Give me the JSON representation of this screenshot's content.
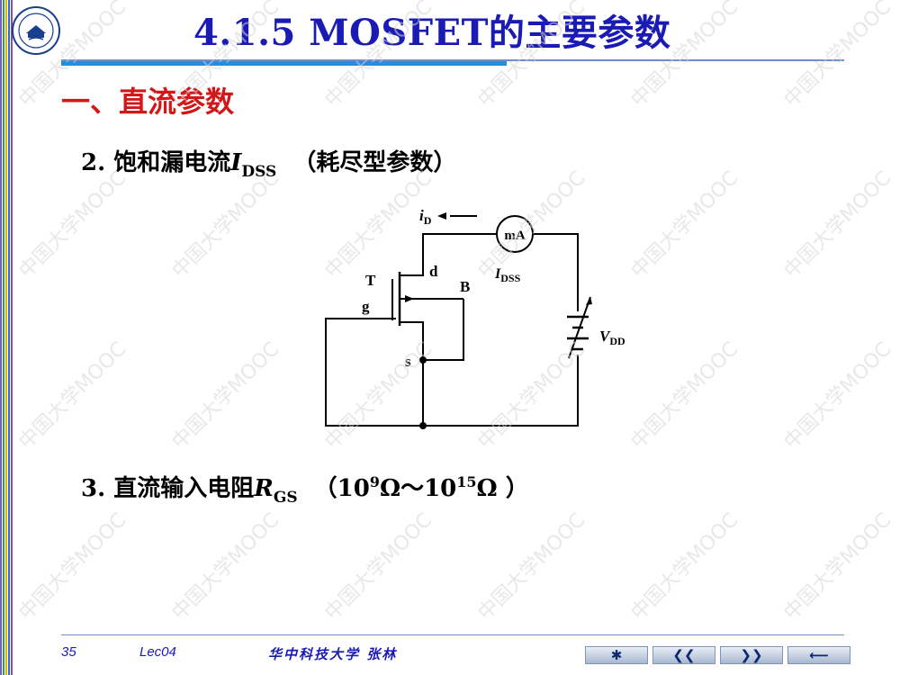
{
  "slide": {
    "title": "4.1.5  MOSFET的主要参数",
    "section": "一、直流参数",
    "item2": {
      "prefix": "2. 饱和漏电流",
      "symbol": "I",
      "subscript": "DSS",
      "note": "（耗尽型参数）"
    },
    "item3": {
      "prefix": "3. 直流输入电阻",
      "symbol": "R",
      "subscript": "GS",
      "note_open": "（10",
      "exp1": "9",
      "note_mid": "Ω～10",
      "exp2": "15",
      "note_close": "Ω ）"
    }
  },
  "circuit": {
    "id_label": "i",
    "id_sub": "D",
    "meter": "mA",
    "idss_label": "I",
    "idss_sub": "DSS",
    "t_label": "T",
    "g_label": "g",
    "d_label": "d",
    "b_label": "B",
    "s_label": "s",
    "vdd_label": "V",
    "vdd_sub": "DD"
  },
  "footer": {
    "page": "35",
    "lecture": "Lec04",
    "school": "华中科技大学   张林"
  },
  "nav": {
    "home": "✱",
    "prev": "❮❮",
    "next": "❯❯",
    "back": "⟵"
  },
  "watermark": "中国大学MOOC",
  "colors": {
    "title": "#1a1ab4",
    "section": "#d01818",
    "accent_bar": "#1f8fe0"
  }
}
